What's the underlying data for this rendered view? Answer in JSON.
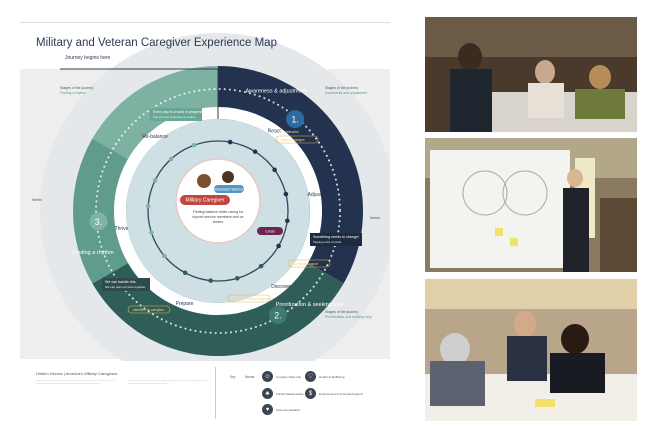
{
  "title": "Military and Veteran Caregiver Experience Map",
  "journey_label": "Journey begins here",
  "center": {
    "caregiver_label": "Military Caregiver",
    "warrior_label": "Wounded Warrior",
    "caption": "Finding balance while caring for injured service members and veterans"
  },
  "inner_phases": [
    "React",
    "Adjust",
    "Discover",
    "Prepare",
    "Thrive",
    "Re-balance"
  ],
  "stages": [
    {
      "number": "1.",
      "name": "Awareness & adjustment",
      "side_heading": "Stages of the journey",
      "side_name": "Awareness and adjustment",
      "color": "#23334f"
    },
    {
      "number": "2.",
      "name": "Prioritization & seeking help",
      "side_heading": "Stages of the journey",
      "side_name": "Prioritization and seeking help",
      "color": "#2f5e58"
    },
    {
      "number": "3.",
      "name": "Finding a rhythm",
      "side_heading": "Stages of the journey",
      "side_name": "Finding a rhythm",
      "color": "#5f9c8c"
    }
  ],
  "callouts": {
    "wip_title": "Every day is a work in progress.",
    "wip_sub": "The journey continues to evolve",
    "crisis": "Crisis",
    "something_needs": "Something needs to change!",
    "tipping_point": "Tipping point of crisis",
    "we_can_handle": "We can handle this.",
    "we_can_handle_sub": "We can plan our lives together",
    "identifies": "Identifies as caregiver",
    "landmarks": "Landmarks",
    "notices_changes": "Notices changes",
    "connects_support": "Connects support",
    "warrior_diagnosed": "Wounded warrior diagnosed",
    "needs": "Needs",
    "prepare_label": "Prepare"
  },
  "bottom": {
    "title": "Hidden Heroes | America's Military Caregivers",
    "key_label": "Key",
    "needs_label": "Needs",
    "needs": [
      {
        "icon": "person-icon",
        "label": "Complex Daily Life"
      },
      {
        "icon": "family-icon",
        "label": "Family Relationships"
      },
      {
        "icon": "care-icon",
        "label": "Care Coordination"
      },
      {
        "icon": "heart-icon",
        "label": "Health & Wellbeing"
      },
      {
        "icon": "dollar-icon",
        "label": "Employment & Financial Support"
      }
    ]
  },
  "colors": {
    "navy": "#23334f",
    "dark_green": "#2f5e58",
    "teal": "#5f9c8c",
    "light_teal": "#7db2a2",
    "inner": "#cfe0e4",
    "accent_red": "#c0473d",
    "purple": "#6b2550"
  }
}
